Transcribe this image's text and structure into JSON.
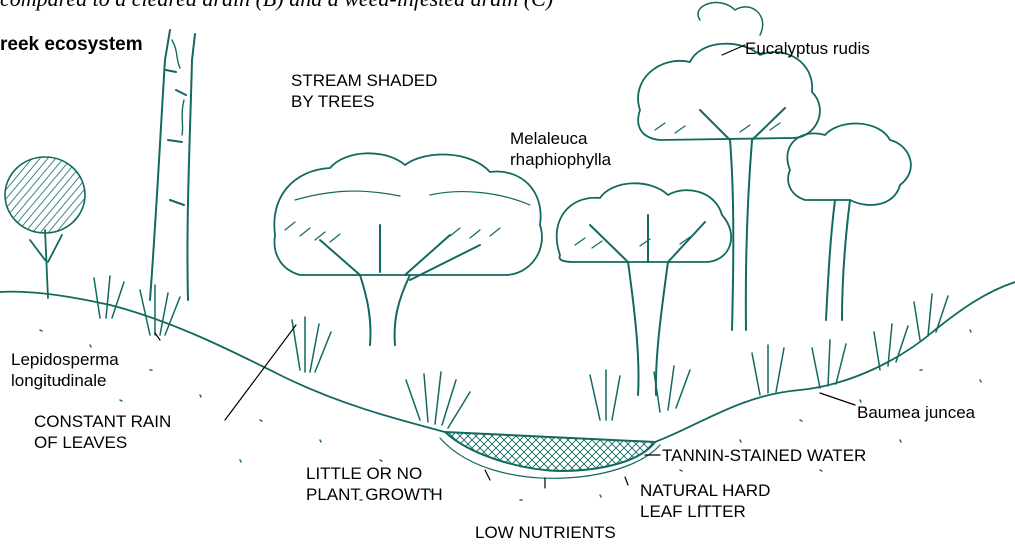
{
  "caption": "compared to a cleared drain (B) and a weed-infested drain (C)",
  "title": "reek ecosystem",
  "colors": {
    "ink": "#11695f",
    "text": "#000000",
    "background": "#ffffff"
  },
  "labels": {
    "stream_shaded": "STREAM SHADED\nBY TREES",
    "eucalyptus": "Eucalyptus rudis",
    "melaleuca": "Melaleuca\nrhaphiophylla",
    "lepidosperma": "Lepidosperma\nlongitudinale",
    "constant_rain": "CONSTANT RAIN\nOF LEAVES",
    "baumea": "Baumea juncea",
    "tannin": "TANNIN-STAINED WATER",
    "little_growth": "LITTLE OR NO\nPLANT GROWTH",
    "hard_leaf": "NATURAL HARD\nLEAF LITTER",
    "low_nutrients": "LOW NUTRIENTS"
  }
}
